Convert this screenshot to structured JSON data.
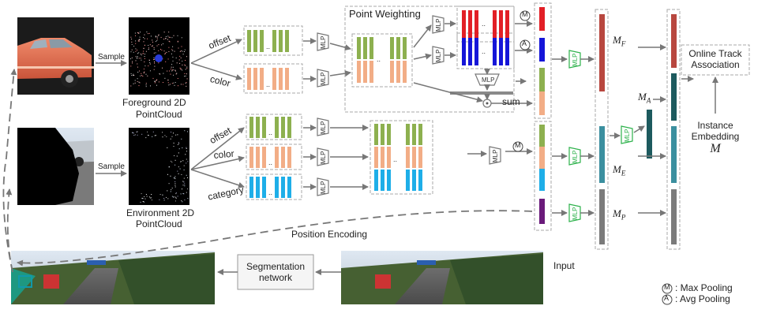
{
  "labels": {
    "sample_top": "Sample",
    "sample_bottom": "Sample",
    "fg_pc_line1": "Foreground  2D",
    "fg_pc_line2": "PointCloud",
    "env_pc_line1": "Environment 2D",
    "env_pc_line2": "PointCloud",
    "offset_top": "offset",
    "color_top": "color",
    "offset_mid": "offset",
    "color_mid": "color",
    "category": "category",
    "point_weighting": "Point Weighting",
    "sum": "sum",
    "mlp": "MLP",
    "position_encoding": "Position Encoding",
    "input": "Input",
    "segmentation_line1": "Segmentation",
    "segmentation_line2": "network",
    "online_line1": "Online Track",
    "online_line2": "Association",
    "instance_line1": "Instance",
    "instance_line2": "Embedding",
    "instance_symbol": "M",
    "m_f": "M_F",
    "m_e": "M_E",
    "m_p": "M_P",
    "m_a": "M_A",
    "max_symbol": "M",
    "avg_symbol": "A",
    "legend_max": ": Max Pooling",
    "legend_avg": ": Avg Pooling"
  },
  "colors": {
    "green": "#8db04f",
    "salmon": "#f2ad86",
    "cyan": "#1eaee8",
    "red": "#e21f26",
    "blue": "#1515d8",
    "purple": "#6a1a7a",
    "dark_red": "#b8473f",
    "teal": "#3b8f9f",
    "gray": "#7b7b7b",
    "dark_teal": "#1d5a5e",
    "mlp_green": "#2db24b"
  }
}
